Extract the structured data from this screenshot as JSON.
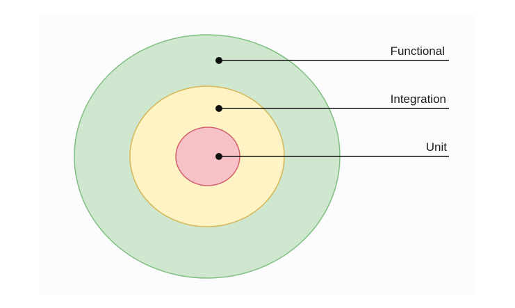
{
  "diagram": {
    "layers": [
      {
        "key": "functional",
        "label": "Functional",
        "fill": "#cfe6cf",
        "stroke": "#7fbf7f"
      },
      {
        "key": "integration",
        "label": "Integration",
        "fill": "#fdf3c4",
        "stroke": "#d6b656"
      },
      {
        "key": "unit",
        "label": "Unit",
        "fill": "#f6c2c8",
        "stroke": "#d2606c"
      }
    ],
    "connector_color": "#111111"
  }
}
